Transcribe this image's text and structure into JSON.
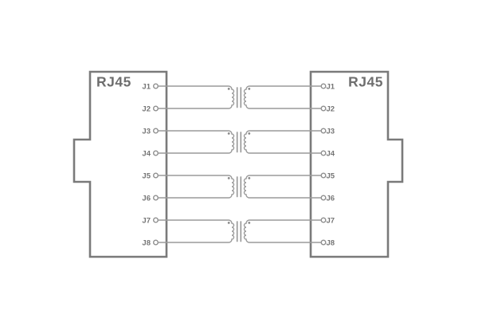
{
  "diagram": {
    "type": "schematic",
    "subject": "RJ45 to RJ45 isolation transformer wiring",
    "colors": {
      "background": "#ffffff",
      "connector_outline": "#7a7a7a",
      "wire": "#9a9a9a",
      "connector_label": "#6e6e6e",
      "pin_label": "#757575"
    },
    "left_connector": {
      "label": "RJ45",
      "pins": [
        "J1",
        "J2",
        "J3",
        "J4",
        "J5",
        "J6",
        "J7",
        "J8"
      ]
    },
    "right_connector": {
      "label": "RJ45",
      "pins": [
        "J1",
        "J2",
        "J3",
        "J4",
        "J5",
        "J6",
        "J7",
        "J8"
      ]
    },
    "transformers": {
      "count": 4,
      "pin_pairs": [
        [
          "J1",
          "J2"
        ],
        [
          "J3",
          "J4"
        ],
        [
          "J5",
          "J6"
        ],
        [
          "J7",
          "J8"
        ]
      ]
    }
  }
}
